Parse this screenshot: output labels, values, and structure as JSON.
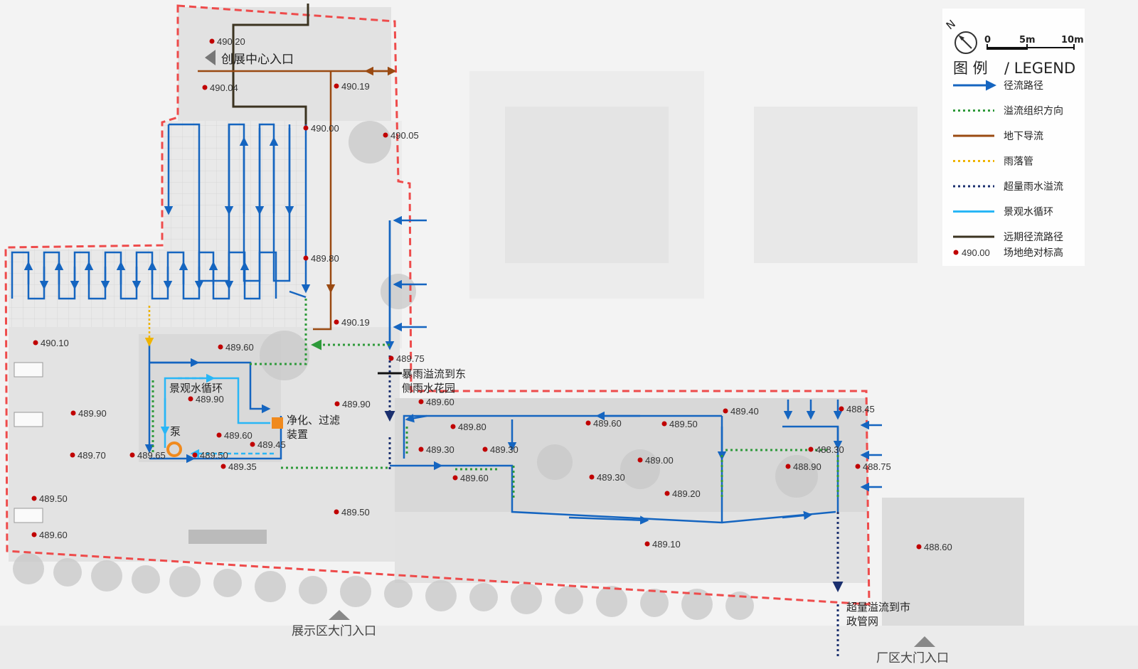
{
  "labels": {
    "center_entrance": "创展中心入口",
    "landscape_cycle": "景观水循环",
    "pump": "泵",
    "purify": "净化、过滤",
    "device": "装置",
    "east_overflow_1": "暴雨溢流到东",
    "east_overflow_2": "侧雨水花园",
    "municipal_1": "超量溢流到市",
    "municipal_2": "政管网",
    "showroom_gate": "展示区大门入口",
    "factory_gate": "厂区大门入口"
  },
  "legend": {
    "title_cn": "图 例",
    "title_en": "/ LEGEND",
    "scale_0": "0",
    "scale_5": "5m",
    "scale_10": "10m",
    "north": "N",
    "items": [
      {
        "label": "径流路径",
        "color": "#1565c0",
        "style": "arrow"
      },
      {
        "label": "溢流组织方向",
        "color": "#2e9a3a",
        "style": "dotted"
      },
      {
        "label": "地下导流",
        "color": "#9a4a12",
        "style": "solid"
      },
      {
        "label": "雨落管",
        "color": "#f0b400",
        "style": "dotted"
      },
      {
        "label": "超量雨水溢流",
        "color": "#1a2f6e",
        "style": "dotted"
      },
      {
        "label": "景观水循环",
        "color": "#29b6f6",
        "style": "solid"
      },
      {
        "label": "远期径流路径",
        "color": "#3b3320",
        "style": "solid"
      }
    ],
    "elev_sample": "490.00",
    "elev_label": "场地绝对标高"
  },
  "elevations": [
    "490.20",
    "490.04",
    "490.19",
    "490.00",
    "490.05",
    "489.80",
    "490.19",
    "489.75",
    "490.10",
    "489.60",
    "489.90",
    "489.90",
    "489.90",
    "489.60",
    "489.70",
    "489.65",
    "489.50",
    "489.45",
    "489.35",
    "489.50",
    "489.60",
    "489.50",
    "489.60",
    "489.80",
    "489.30",
    "489.30",
    "489.60",
    "489.60",
    "489.50",
    "489.00",
    "489.30",
    "489.20",
    "489.10",
    "489.40",
    "488.45",
    "488.30",
    "488.90",
    "488.75",
    "488.60"
  ]
}
